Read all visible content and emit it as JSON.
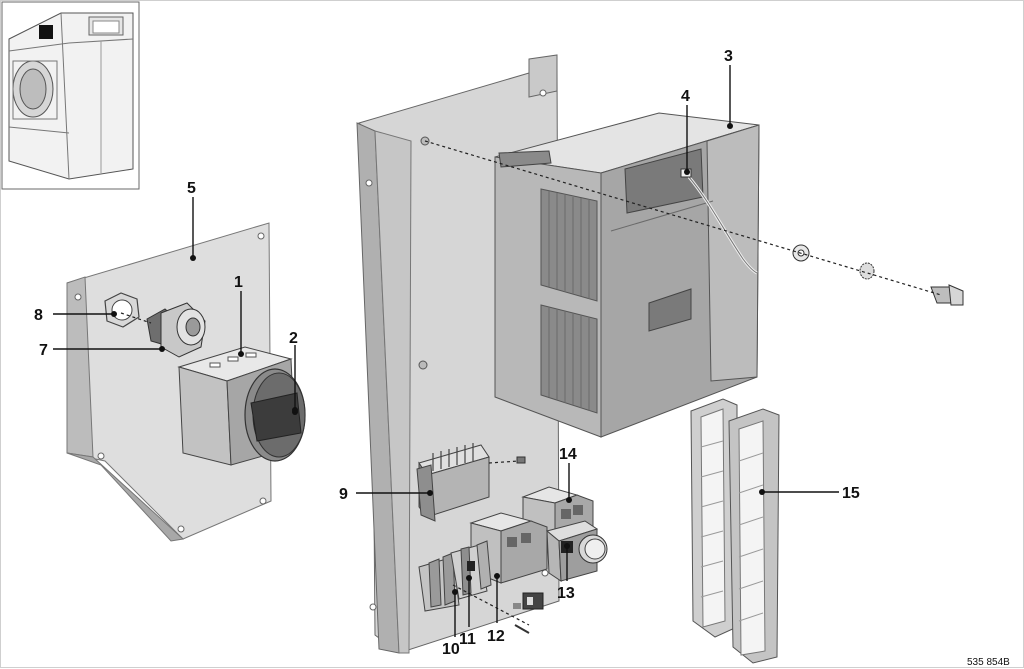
{
  "figure": {
    "drawing_code": "535 854B",
    "callouts": [
      "1",
      "2",
      "3",
      "4",
      "5",
      "7",
      "8",
      "9",
      "10",
      "11",
      "12",
      "13",
      "14",
      "15"
    ]
  },
  "colors": {
    "panel_light": "#dcdcdc",
    "panel_mid": "#c4c4c4",
    "panel_dark": "#9e9e9e",
    "panel_darker": "#7c7c7c",
    "line": "#111111",
    "background": "#ffffff"
  },
  "icons": {
    "thumbnail": "washing-machine-icon"
  }
}
